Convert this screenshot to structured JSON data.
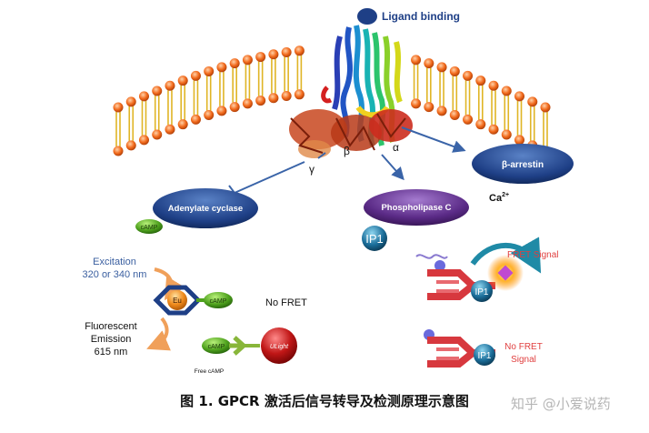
{
  "labels": {
    "ligand_binding": "Ligand binding",
    "gamma": "γ",
    "beta": "β",
    "alpha": "α",
    "beta_arrestin": "β-arrestin",
    "ca": "Ca",
    "ca_sup": "2+",
    "adenylate_cyclase": "Adenylate cyclase",
    "camp_small": "cAMP",
    "phospholipase_c": "Phospholipase C",
    "ip1": "IP1",
    "excitation_line1": "Excitation",
    "excitation_line2": "320 or 340 nm",
    "fluor_line1": "Fluorescent",
    "fluor_line2": "Emission",
    "fluor_line3": "615 nm",
    "eu": "Eu",
    "camp_pill": "cAMP",
    "no_fret": "No FRET",
    "camp_free": "cAMP",
    "ulight": "ULight",
    "free_camp": "Free cAMP",
    "fret_signal": "FRET Signal",
    "ip1_bound": "IP1",
    "no_fret_signal_1": "No FRET",
    "no_fret_signal_2": "Signal",
    "ip1_free": "IP1"
  },
  "caption": "图 1. GPCR 激活后信号转导及检测原理示意图",
  "watermark": "知乎 @小爱说药",
  "colors": {
    "membrane_head": "#f26a1c",
    "membrane_tail": "#e0b526",
    "oval_blue": "#1e3f86",
    "oval_purple": "#5a2a86",
    "arrow_blue": "#3a64a8",
    "camp_green": "#4fa21e",
    "antibody_red": "#d7383e",
    "eu_orange": "#f08b1d",
    "ulight_red": "#c01616"
  }
}
